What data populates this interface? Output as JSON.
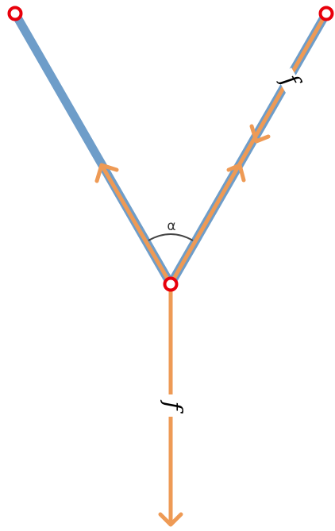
{
  "labels": {
    "angle": "α",
    "force_vertical": "f",
    "force_right": "f"
  },
  "colors": {
    "rope": "#6e9dc9",
    "force": "#ee9a55",
    "node_ring": "#e8000b",
    "node_fill": "#ffffff",
    "arc": "#444444"
  },
  "nodes": [
    "top-left-anchor",
    "top-right-anchor",
    "junction"
  ]
}
